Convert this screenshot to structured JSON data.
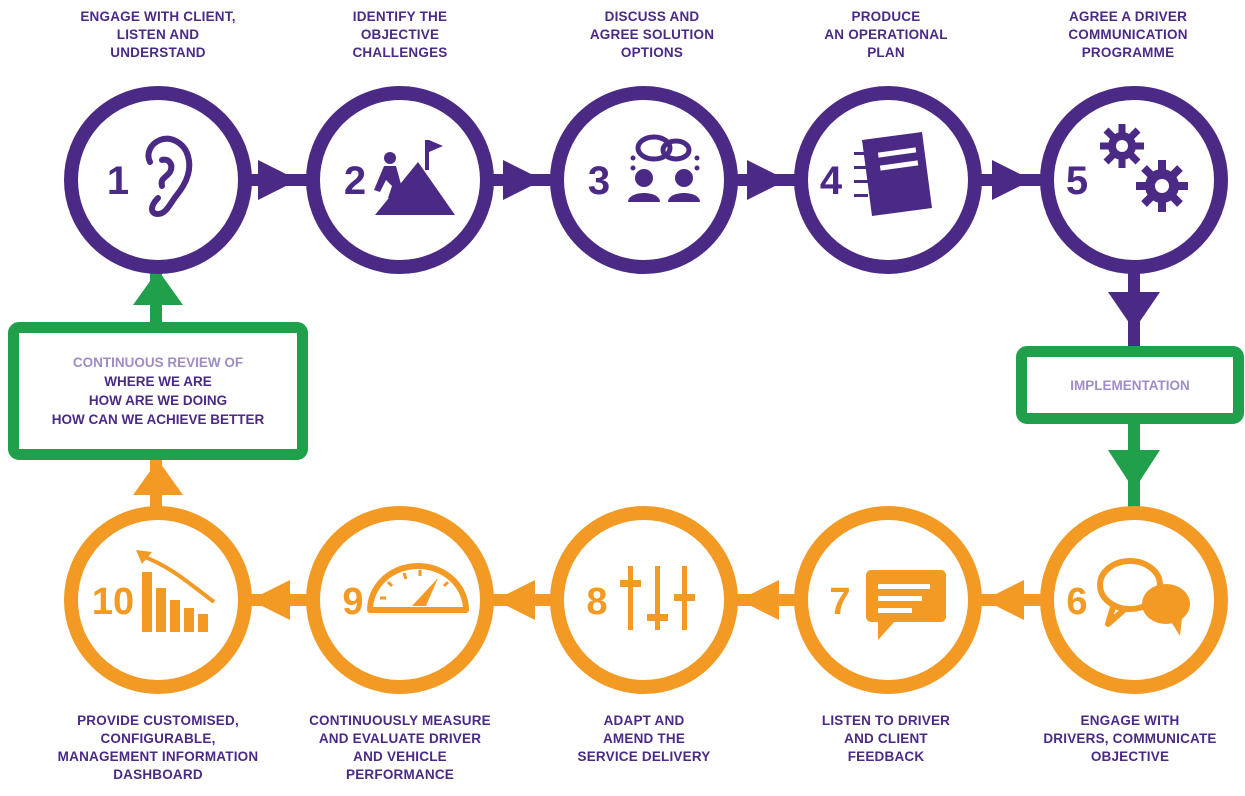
{
  "colors": {
    "purple": "#4b2a86",
    "orange": "#f39a25",
    "green": "#21a04c",
    "lavender": "#a08cc6"
  },
  "steps_top": [
    {
      "number": "1",
      "icon": "ear-icon",
      "caption": [
        "ENGAGE WITH CLIENT,",
        "LISTEN AND",
        "UNDERSTAND"
      ]
    },
    {
      "number": "2",
      "icon": "mountain-climb-icon",
      "caption": [
        "IDENTIFY THE",
        "OBJECTIVE",
        "CHALLENGES"
      ]
    },
    {
      "number": "3",
      "icon": "discussion-icon",
      "caption": [
        "DISCUSS AND",
        "AGREE SOLUTION",
        "OPTIONS"
      ]
    },
    {
      "number": "4",
      "icon": "notebook-icon",
      "caption": [
        "PRODUCE",
        "AN OPERATIONAL",
        "PLAN"
      ]
    },
    {
      "number": "5",
      "icon": "gears-icon",
      "caption": [
        "AGREE A DRIVER",
        "COMMUNICATION",
        "PROGRAMME"
      ]
    }
  ],
  "steps_bottom": [
    {
      "number": "10",
      "icon": "bar-chart-trend-icon",
      "caption": [
        "PROVIDE CUSTOMISED,",
        "CONFIGURABLE,",
        "MANAGEMENT INFORMATION",
        "DASHBOARD"
      ]
    },
    {
      "number": "9",
      "icon": "speedometer-icon",
      "caption": [
        "CONTINUOUSLY MEASURE",
        "AND EVALUATE DRIVER",
        "AND VEHICLE",
        "PERFORMANCE"
      ]
    },
    {
      "number": "8",
      "icon": "sliders-icon",
      "caption": [
        "ADAPT AND",
        "AMEND THE",
        "SERVICE DELIVERY"
      ]
    },
    {
      "number": "7",
      "icon": "message-icon",
      "caption": [
        "LISTEN TO DRIVER",
        "AND CLIENT",
        "FEEDBACK"
      ]
    },
    {
      "number": "6",
      "icon": "speech-bubbles-icon",
      "caption": [
        "ENGAGE WITH",
        "DRIVERS, COMMUNICATE",
        "OBJECTIVE"
      ]
    }
  ],
  "review_box": {
    "line1": "CONTINUOUS REVIEW OF",
    "line2": "WHERE WE ARE",
    "line3": "HOW ARE WE DOING",
    "line4": "HOW CAN WE ACHIEVE BETTER"
  },
  "implementation_box": {
    "label": "IMPLEMENTATION"
  }
}
